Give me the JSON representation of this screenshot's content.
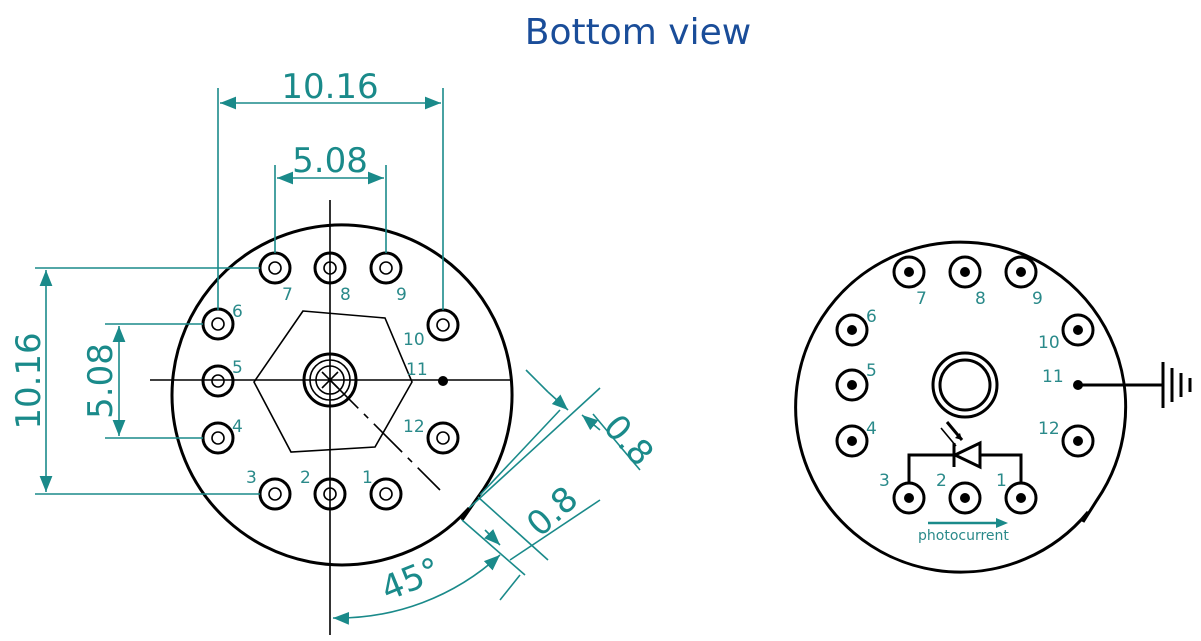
{
  "title": "Bottom view",
  "dimensions": {
    "width_outer": "10.16",
    "width_inner": "5.08",
    "height_outer": "10.16",
    "height_inner": "5.08",
    "angle": "45°",
    "pin_dia_1": "0.8",
    "pin_dia_2": "0.8"
  },
  "left_pins": [
    "1",
    "2",
    "3",
    "4",
    "5",
    "6",
    "7",
    "8",
    "9",
    "10",
    "11",
    "12"
  ],
  "right_pins": [
    "1",
    "2",
    "3",
    "4",
    "5",
    "6",
    "7",
    "8",
    "9",
    "10",
    "11",
    "12"
  ],
  "photocurrent_label": "photocurrent",
  "colors": {
    "title": "#1a4d99",
    "dimension": "#1a8a8a"
  }
}
